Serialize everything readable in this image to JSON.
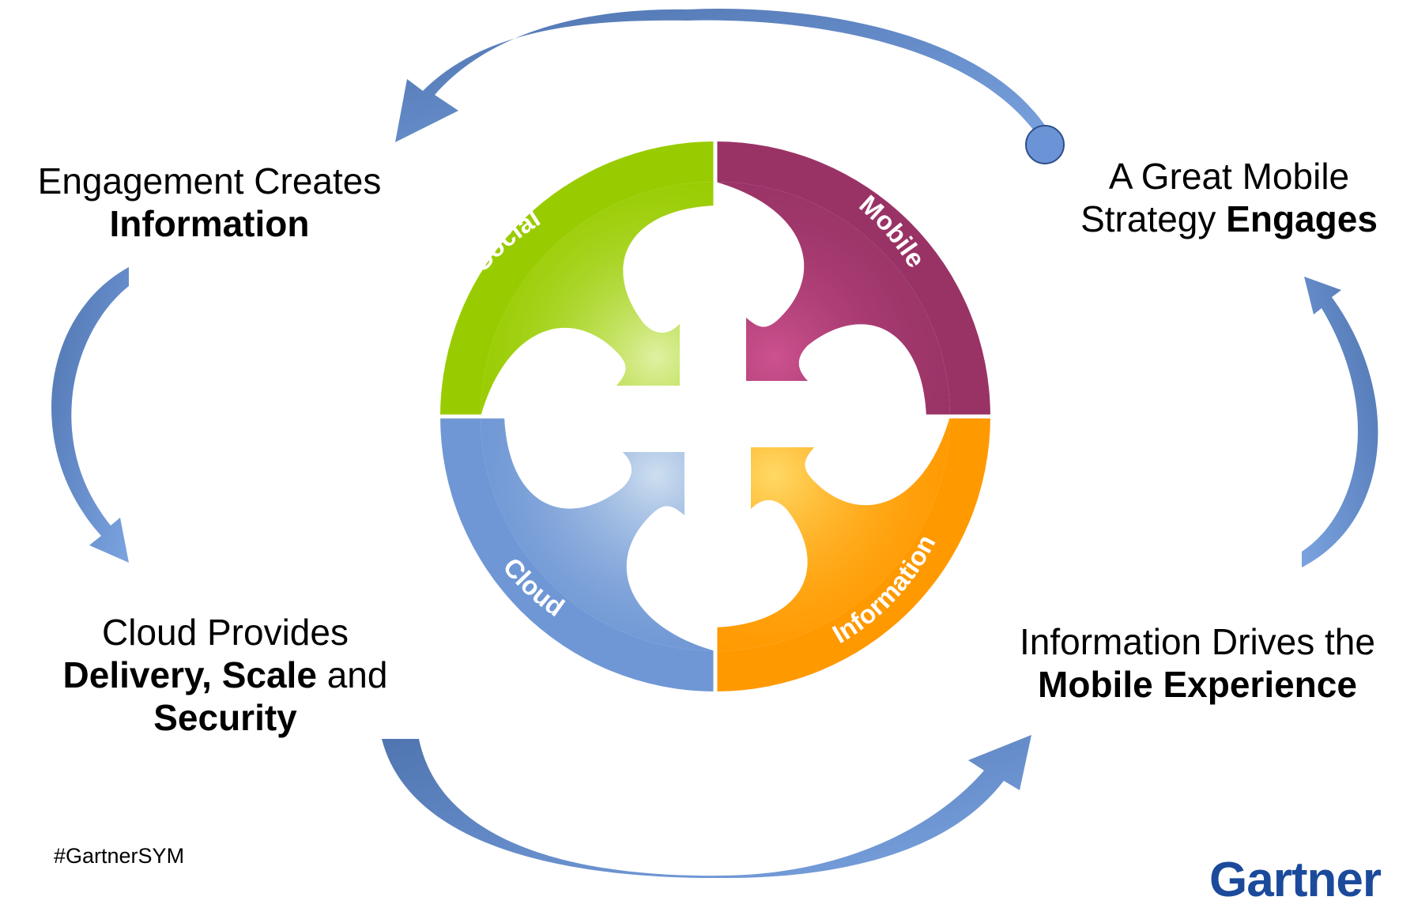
{
  "cycle": [
    {
      "prefix": "Engagement Creates",
      "bold": "Information"
    },
    {
      "prefix": "A Great Mobile Strategy",
      "bold": "Engages"
    },
    {
      "prefix": "Information Drives the",
      "bold": "Mobile Experience"
    },
    {
      "prefix": "Cloud Provides",
      "bold_1": "Delivery, Scale",
      "middle": "and",
      "bold_2": "Security"
    }
  ],
  "segments": [
    {
      "label": "Social",
      "color": "#99cc00"
    },
    {
      "label": "Mobile",
      "color": "#993366"
    },
    {
      "label": "Information",
      "color": "#ff9900"
    },
    {
      "label": "Cloud",
      "color": "#6f97d5"
    }
  ],
  "arrow_color": "#6b94d6",
  "hashtag": "#GartnerSYM",
  "logo": "Gartner"
}
